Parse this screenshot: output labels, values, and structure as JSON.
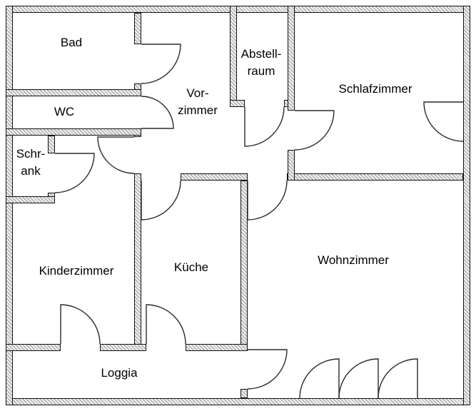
{
  "floorplan": {
    "rooms": {
      "bad": {
        "label": "Bad"
      },
      "wc": {
        "label": "WC"
      },
      "schrank": {
        "label": "Schr-\nank"
      },
      "vorzimmer": {
        "label": "Vor-\nzimmer"
      },
      "abstellraum": {
        "label": "Abstell-\nraum"
      },
      "schlafzimmer": {
        "label": "Schlafzimmer"
      },
      "kinderzimmer": {
        "label": "Kinderzimmer"
      },
      "kueche": {
        "label": "Küche"
      },
      "wohnzimmer": {
        "label": "Wohnzimmer"
      },
      "loggia": {
        "label": "Loggia"
      }
    },
    "colors": {
      "background": "#ffffff",
      "wall_fill": "#efefef",
      "wall_hatch": "#9a9a9a",
      "wall_outline": "#111111",
      "door_stroke": "#2a2a2a"
    }
  }
}
